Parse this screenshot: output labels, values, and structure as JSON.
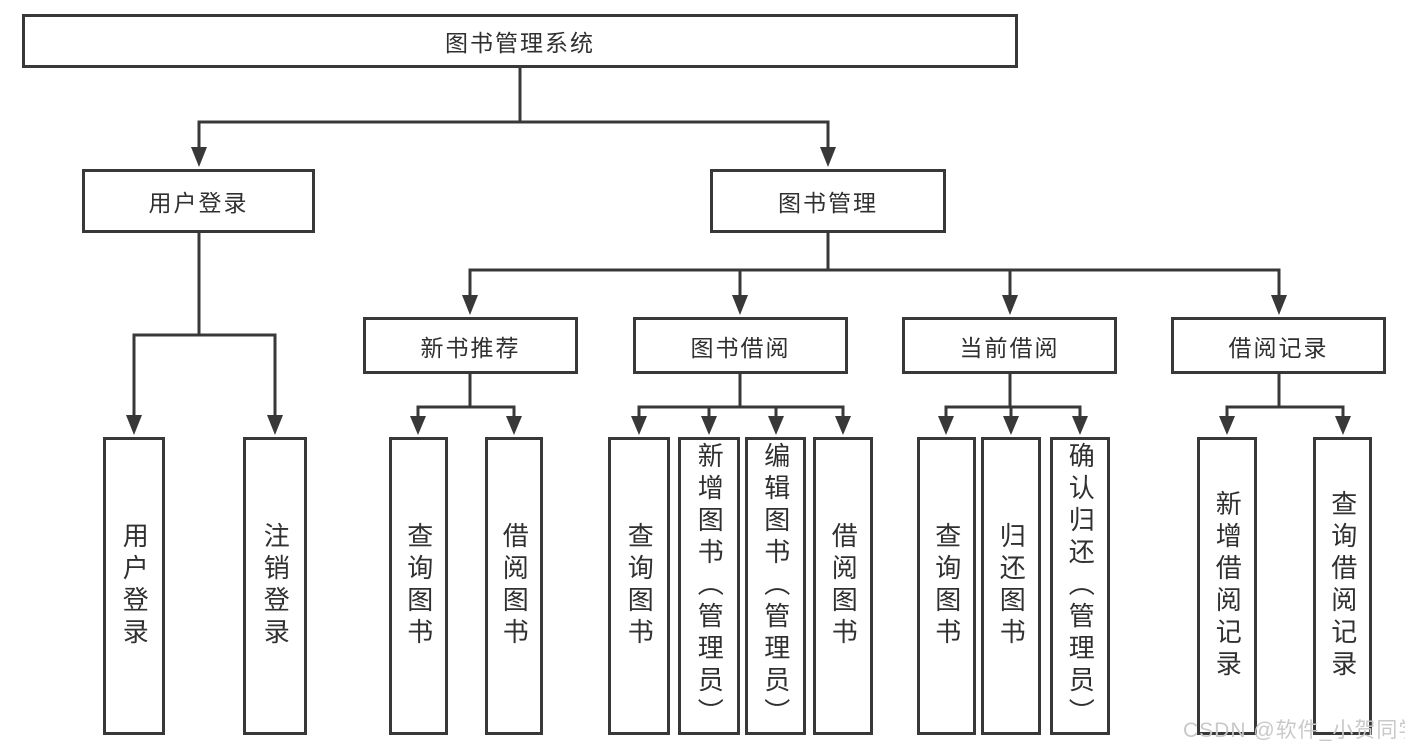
{
  "colors": {
    "line": "#383838",
    "box_border": "#383838",
    "text": "#303030",
    "background": "#ffffff",
    "watermark": "#c9c9c9"
  },
  "diagram": {
    "root": {
      "label": "图书管理系统"
    },
    "level2": [
      {
        "label": "用户登录"
      },
      {
        "label": "图书管理"
      }
    ],
    "level3": [
      {
        "label": "新书推荐"
      },
      {
        "label": "图书借阅"
      },
      {
        "label": "当前借阅"
      },
      {
        "label": "借阅记录"
      }
    ],
    "leaves": [
      {
        "label": "用户登录"
      },
      {
        "label": "注销登录"
      },
      {
        "label": "查询图书"
      },
      {
        "label": "借阅图书"
      },
      {
        "label": "查询图书"
      },
      {
        "label": "新增图书（管理员）"
      },
      {
        "label": "编辑图书（管理员）"
      },
      {
        "label": "借阅图书"
      },
      {
        "label": "查询图书"
      },
      {
        "label": "归还图书"
      },
      {
        "label": "确认归还（管理员）"
      },
      {
        "label": "新增借阅记录"
      },
      {
        "label": "查询借阅记录"
      }
    ]
  },
  "watermark": {
    "text": "CSDN @软件_小贺同学"
  }
}
